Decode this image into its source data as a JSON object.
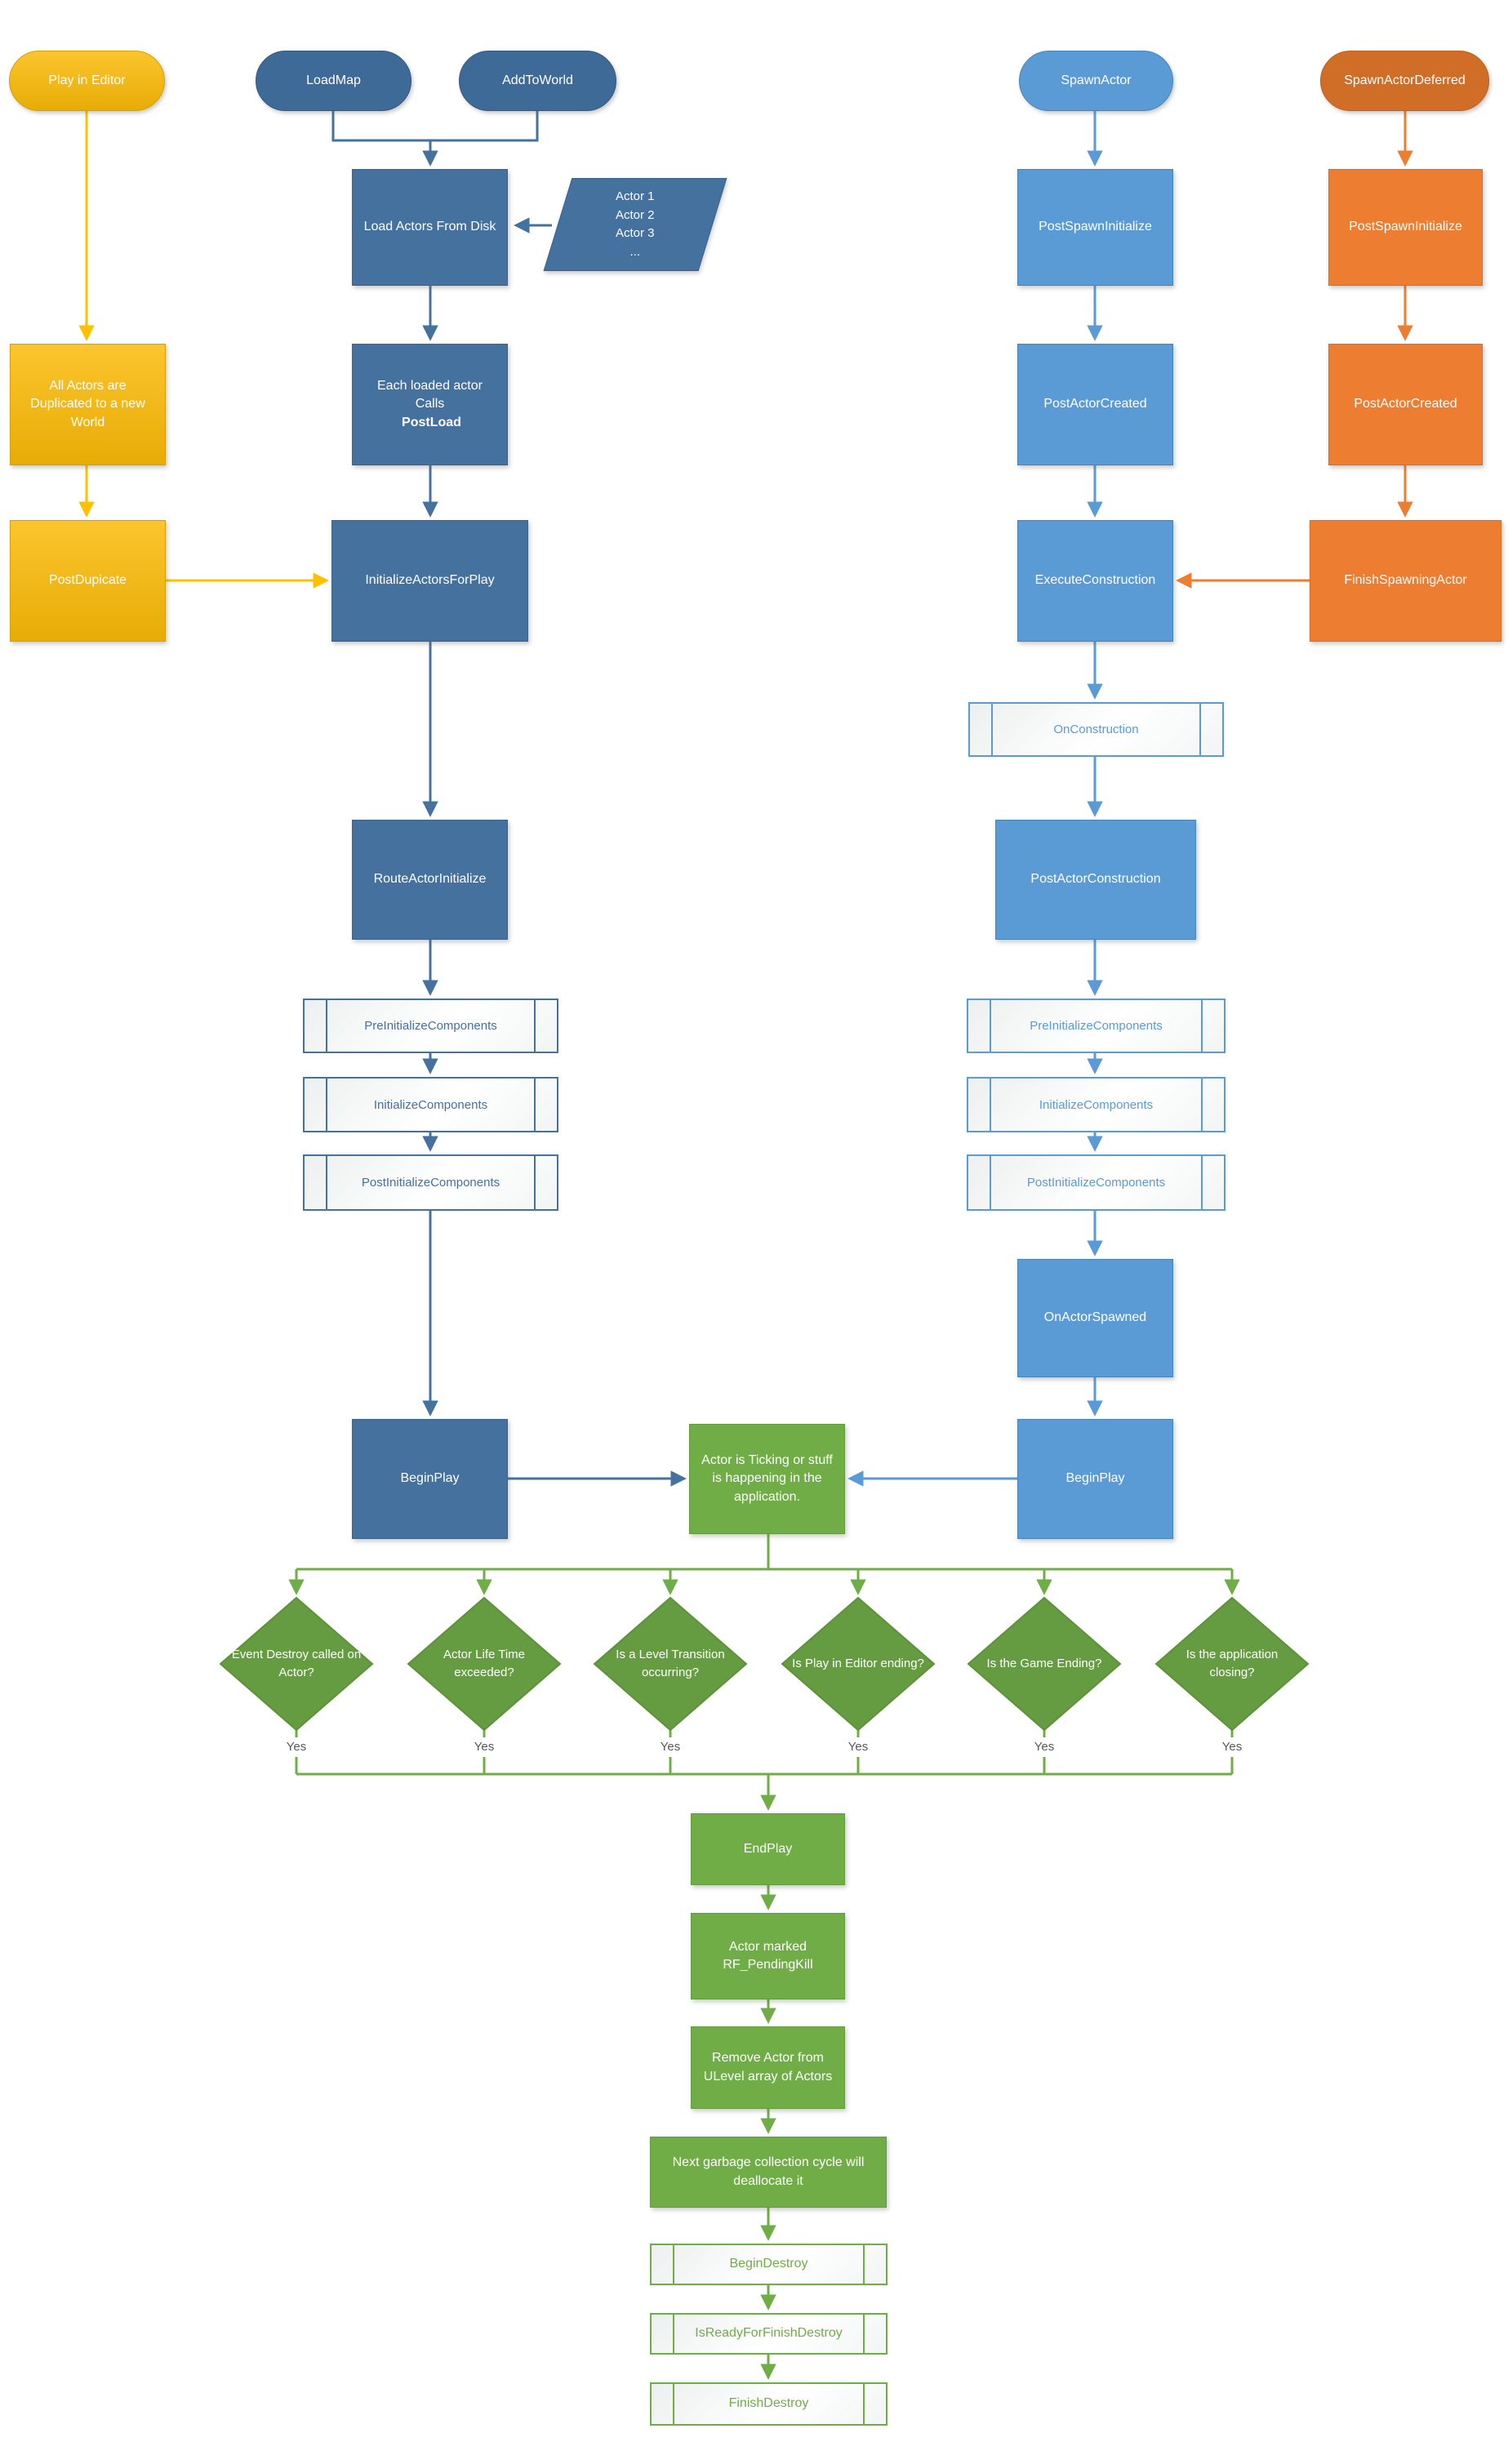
{
  "colors": {
    "yellow": "#FFC000",
    "yellow_border": "#D6A000",
    "dark_blue": "#44719E",
    "blue": "#5B9BD5",
    "orange": "#ED7D31",
    "green": "#70AD47",
    "diamond_green": "#669C41",
    "yes_text": "#595959"
  },
  "editor_flow": {
    "play_in_editor": "Play in Editor",
    "all_actors_duplicated": "All Actors are Duplicated to a new World",
    "post_duplicate": "PostDupicate"
  },
  "load_flow": {
    "load_map": "LoadMap",
    "add_to_world": "AddToWorld",
    "load_actors_from_disk": "Load Actors From Disk",
    "actor_list": {
      "lines": [
        "Actor 1",
        "Actor 2",
        "Actor 3",
        "..."
      ]
    },
    "each_loaded_actor": {
      "line1": "Each loaded actor",
      "line2_prefix": "Calls",
      "line2_bold": "PostLoad"
    },
    "initialize_actors_for_play": "InitializeActorsForPlay",
    "route_actor_initialize": "RouteActorInitialize",
    "pre_initialize_components": "PreInitializeComponents",
    "initialize_components": "InitializeComponents",
    "post_initialize_components": "PostInitializeComponents",
    "begin_play": "BeginPlay"
  },
  "spawn_flow": {
    "spawn_actor": "SpawnActor",
    "post_spawn_initialize": "PostSpawnInitialize",
    "post_actor_created": "PostActorCreated",
    "execute_construction": "ExecuteConstruction",
    "on_construction": "OnConstruction",
    "post_actor_construction": "PostActorConstruction",
    "pre_initialize_components": "PreInitializeComponents",
    "initialize_components": "InitializeComponents",
    "post_initialize_components": "PostInitializeComponents",
    "on_actor_spawned": "OnActorSpawned",
    "begin_play": "BeginPlay"
  },
  "deferred_flow": {
    "spawn_actor_deferred": "SpawnActorDeferred",
    "post_spawn_initialize": "PostSpawnInitialize",
    "post_actor_created": "PostActorCreated",
    "finish_spawning_actor": "FinishSpawningActor"
  },
  "runtime": {
    "ticking": "Actor is Ticking or stuff is happening in the application."
  },
  "decisions": [
    {
      "question": "Event Destroy called on Actor?",
      "answer": "Yes"
    },
    {
      "question": "Actor Life Time exceeded?",
      "answer": "Yes"
    },
    {
      "question": "Is a Level Transition occurring?",
      "answer": "Yes"
    },
    {
      "question": "Is Play in Editor ending?",
      "answer": "Yes"
    },
    {
      "question": "Is the Game Ending?",
      "answer": "Yes"
    },
    {
      "question": "Is the application closing?",
      "answer": "Yes"
    }
  ],
  "destroy_flow": {
    "end_play": "EndPlay",
    "actor_marked_pending_kill": "Actor marked RF_PendingKill",
    "remove_actor_from_ulevel": "Remove Actor from ULevel array of Actors",
    "next_gc_cycle": "Next garbage collection cycle will deallocate it",
    "begin_destroy": "BeginDestroy",
    "is_ready_for_finish_destroy": "IsReadyForFinishDestroy",
    "finish_destroy": "FinishDestroy"
  }
}
